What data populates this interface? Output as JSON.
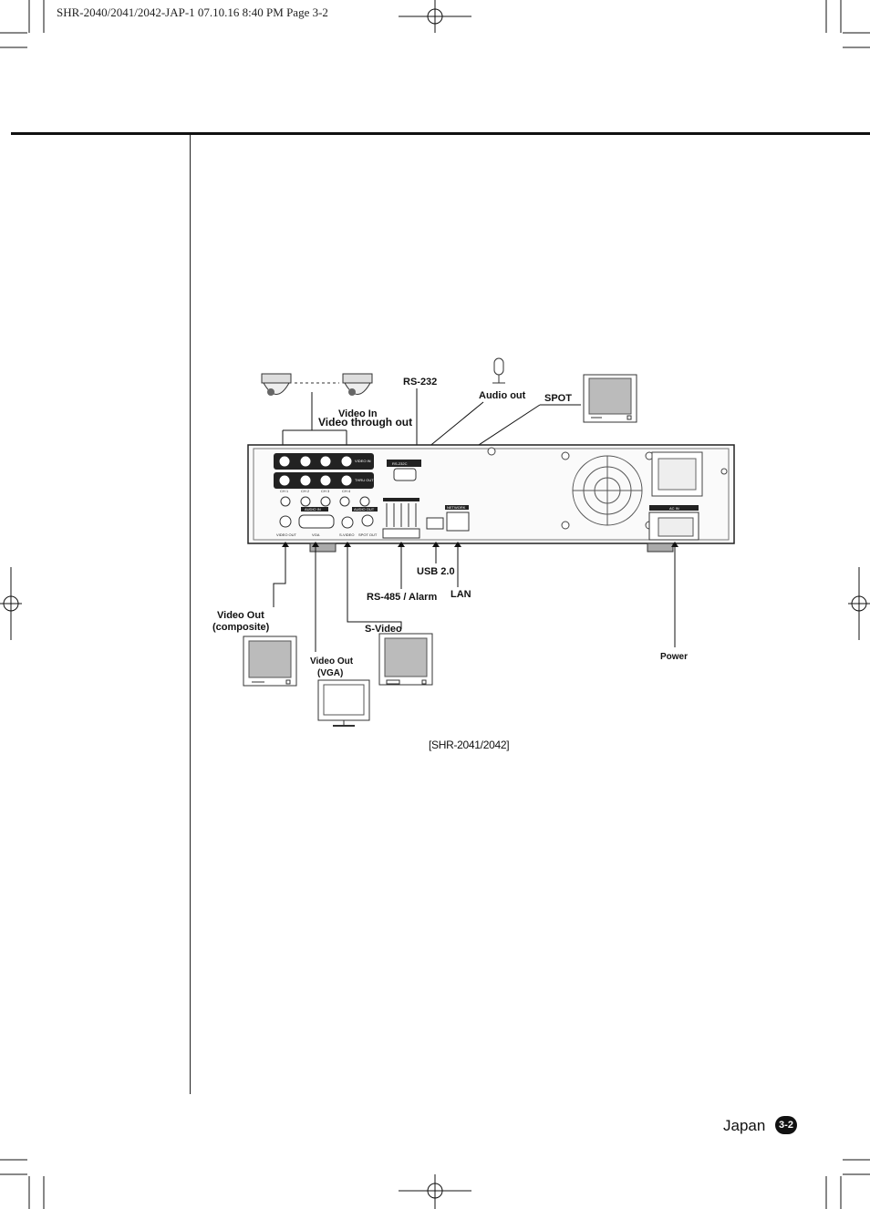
{
  "header": {
    "print_info": "SHR-2040/2041/2042-JAP-1  07.10.16 8:40 PM  Page 3-2"
  },
  "diagram": {
    "labels": {
      "rs232": "RS-232",
      "audio_out": "Audio out",
      "spot": "SPOT",
      "video_in": "Video In",
      "video_through": "Video through out",
      "usb": "USB 2.0",
      "lan": "LAN",
      "rs485": "RS-485 / Alarm",
      "s_video": "S-Video",
      "video_out_composite_1": "Video Out",
      "video_out_composite_2": "(composite)",
      "video_out_vga_1": "Video Out",
      "video_out_vga_2": "(VGA)",
      "power": "Power"
    },
    "panel_text": {
      "video_in": "VIDEO IN",
      "thru_out": "THRU OUT",
      "ch1": "CH 1",
      "ch2": "CH 2",
      "ch3": "CH 3",
      "ch4": "CH 4",
      "audio_in": "AUDIO IN",
      "audio_out": "AUDIO OUT",
      "rs232c": "RS-232C",
      "network": "NETWORK",
      "ac_in": "AC IN",
      "video_out": "VIDEO OUT",
      "vga": "VGA",
      "s_video": "S-VIDEO",
      "spot_out": "SPOT OUT"
    },
    "caption": "[SHR-2041/2042]"
  },
  "footer": {
    "language": "Japan",
    "page": "3-2"
  }
}
